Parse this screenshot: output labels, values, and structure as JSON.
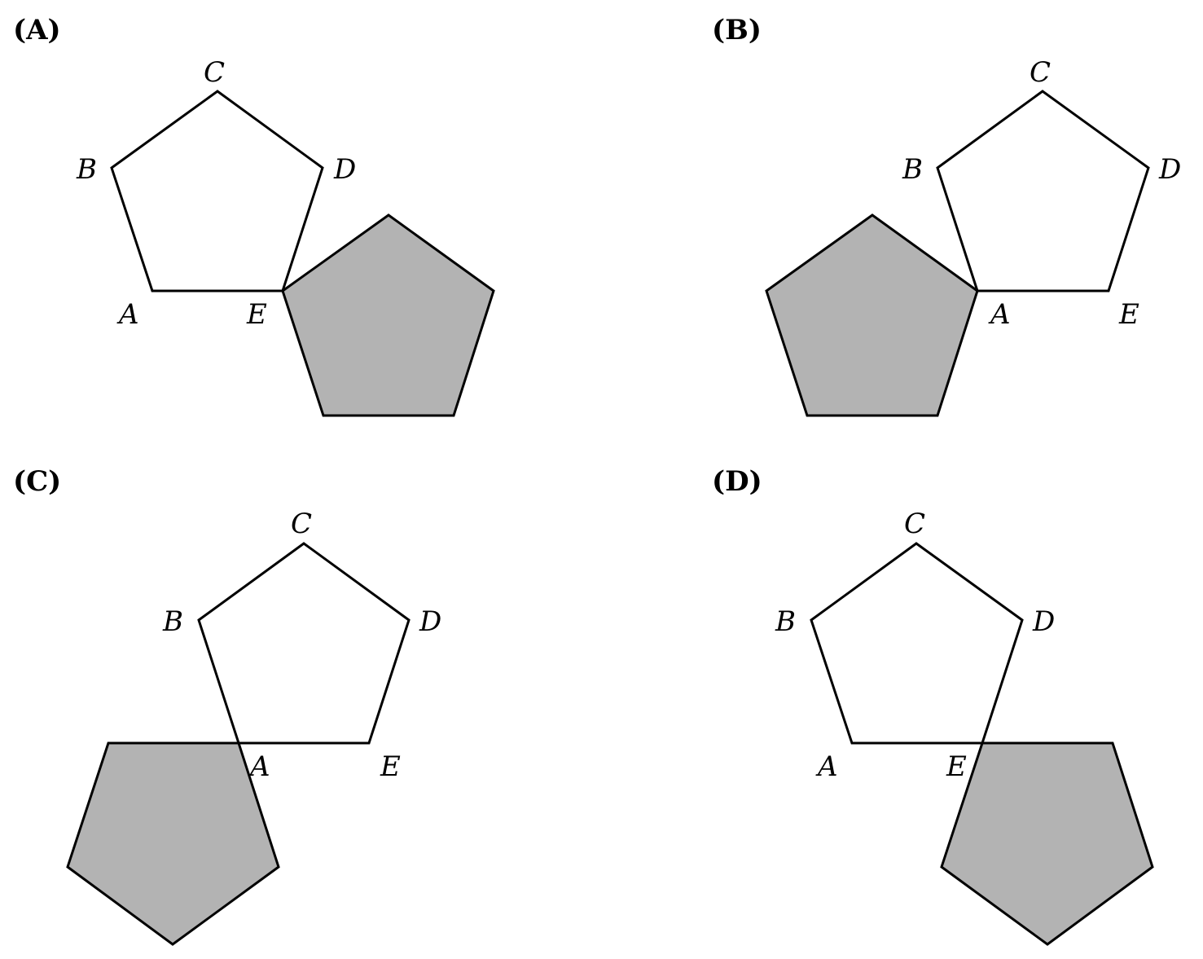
{
  "panels": [
    {
      "label": "(A)",
      "vertices": {
        "A": "A",
        "B": "B",
        "C": "C",
        "D": "D",
        "E": "E"
      }
    },
    {
      "label": "(B)",
      "vertices": {
        "A": "A",
        "B": "B",
        "C": "C",
        "D": "D",
        "E": "E"
      }
    },
    {
      "label": "(C)",
      "vertices": {
        "A": "A",
        "B": "B",
        "C": "C",
        "D": "D",
        "E": "E"
      }
    },
    {
      "label": "(D)",
      "vertices": {
        "A": "A",
        "B": "B",
        "C": "C",
        "D": "D",
        "E": "E"
      }
    }
  ],
  "colors": {
    "outline": "#000000",
    "shaded_fill": "#b3b3b3",
    "background": "#ffffff"
  }
}
